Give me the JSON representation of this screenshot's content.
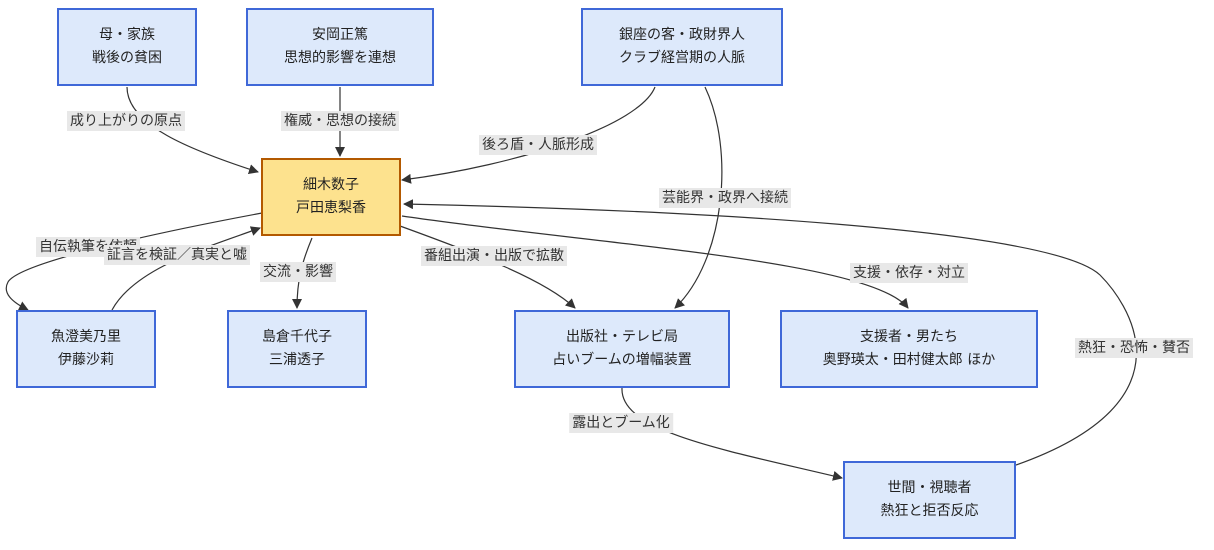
{
  "nodes": {
    "mother": {
      "line1": "母・家族",
      "line2": "戦後の貧困"
    },
    "yasuoka": {
      "line1": "安岡正篤",
      "line2": "思想的影響を連想"
    },
    "ginza": {
      "line1": "銀座の客・政財界人",
      "line2": "クラブ経営期の人脈"
    },
    "hosoki": {
      "line1": "細木数子",
      "line2": "戸田恵梨香"
    },
    "uozumi": {
      "line1": "魚澄美乃里",
      "line2": "伊藤沙莉"
    },
    "shimakura": {
      "line1": "島倉千代子",
      "line2": "三浦透子"
    },
    "media": {
      "line1": "出版社・テレビ局",
      "line2": "占いブームの増幅装置"
    },
    "supporters": {
      "line1": "支援者・男たち",
      "line2": "奥野瑛太・田村健太郎 ほか"
    },
    "public": {
      "line1": "世間・視聴者",
      "line2": "熱狂と拒否反応"
    }
  },
  "edges": {
    "mother_hosoki": "成り上がりの原点",
    "yasuoka_hosoki": "権威・思想の接続",
    "ginza_hosoki": "後ろ盾・人脈形成",
    "ginza_media": "芸能界・政界へ接続",
    "hosoki_uozumi": "自伝執筆を依頼",
    "uozumi_hosoki": "証言を検証／真実と嘘",
    "hosoki_shimakura": "交流・影響",
    "hosoki_media": "番組出演・出版で拡散",
    "hosoki_supporters": "支援・依存・対立",
    "media_public": "露出とブーム化",
    "public_hosoki": "熱狂・恐怖・賛否"
  },
  "colors": {
    "node_fill": "#dde9fb",
    "node_border": "#3f68d8",
    "center_fill": "#fde28e",
    "center_border": "#b35900",
    "edge": "#333333",
    "label_bg": "#e8e8e8"
  }
}
